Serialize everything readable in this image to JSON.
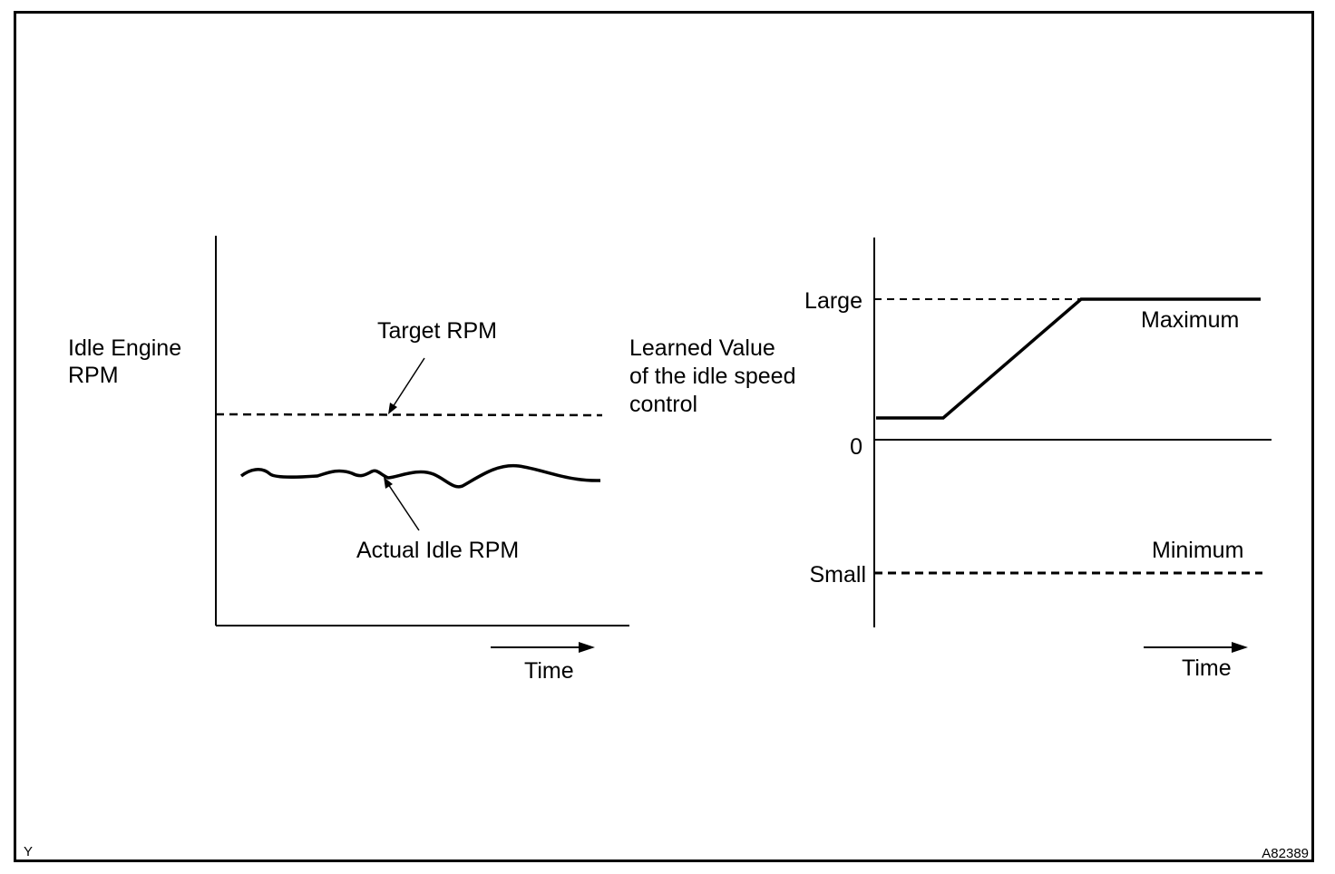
{
  "corner_mark": "Y",
  "figure_id": "A82389",
  "left_graph": {
    "y_axis_label_line1": "Idle Engine",
    "y_axis_label_line2": "RPM",
    "target_label": "Target RPM",
    "actual_label": "Actual Idle RPM",
    "time_label": "Time"
  },
  "right_graph": {
    "y_axis_label_line1": "Learned Value",
    "y_axis_label_line2": "of the idle speed",
    "y_axis_label_line3": "control",
    "tick_large": "Large",
    "tick_zero": "0",
    "tick_small": "Small",
    "max_label": "Maximum",
    "min_label": "Minimum",
    "time_label": "Time"
  },
  "colors": {
    "ink": "#000000",
    "background": "#ffffff"
  }
}
